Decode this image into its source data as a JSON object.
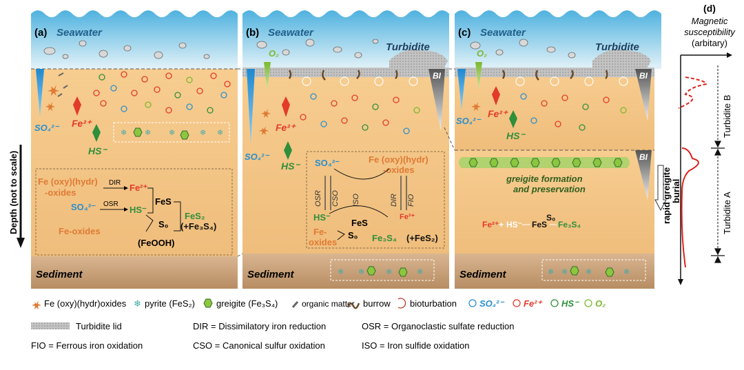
{
  "panels": {
    "a": {
      "label": "(a)",
      "seawater": "Seawater",
      "sediment": "Sediment",
      "fe2": "Fe²⁺",
      "so4": "SO₄²⁻",
      "hs": "HS⁻",
      "box": {
        "fe_oxy": "Fe (oxy)(hydr)",
        "oxides": "-oxides",
        "dir": "DIR",
        "osr": "OSR",
        "fe2": "Fe²⁺",
        "so4": "SO₄²⁻",
        "hs": "HS⁻",
        "fes": "FeS",
        "fes2": "FeS₂",
        "fe3s4": "(+Fe₃S₄)",
        "s0": "S₀",
        "fe_oxides": "Fe-oxides",
        "feooh": "(FeOOH)"
      }
    },
    "b": {
      "label": "(b)",
      "seawater": "Seawater",
      "turbidite": "Turbidite",
      "sediment": "Sediment",
      "o2": "O₂",
      "fe2": "Fe²⁺",
      "so4": "SO₄²⁻",
      "hs": "HS⁻",
      "bi": "BI",
      "box": {
        "so4": "SO₄²⁻",
        "fe_oxy": "Fe (oxy)(hydr)",
        "oxides": "-oxides",
        "osr": "OSR",
        "cso": "CSO",
        "iso": "ISO",
        "dir": "DIR",
        "fio": "FIO",
        "hs": "HS⁻",
        "fes": "FeS",
        "fe2": "Fe²⁺",
        "fe_oxides1": "Fe-",
        "fe_oxides2": "oxides",
        "s0": "S₀",
        "fe3s4": "Fe₃S₄",
        "fes2": "(+FeS₂)"
      }
    },
    "c": {
      "label": "(c)",
      "seawater": "Seawater",
      "turbidite": "Turbidite",
      "sediment": "Sediment",
      "o2": "O₂",
      "fe2": "Fe²⁺",
      "so4": "SO₄²⁻",
      "hs": "HS⁻",
      "bi": "BI",
      "bi2": "BI",
      "greigite_text1": "greigite formation",
      "greigite_text2": "and preservation",
      "rapid": "rapid greigite",
      "burial": "burial",
      "eq": {
        "fe2": "Fe²⁺",
        "plus": "+",
        "hs": "HS⁻",
        "fes": "FeS",
        "s0": "S₀",
        "fe3s4": "Fe₃S₄"
      }
    },
    "d": {
      "label": "(d)",
      "title1": "Magnetic",
      "title2": "susceptibility",
      "title3": "(arbitary)",
      "turb_b": "Turbidite B",
      "turb_a": "Turbidite A"
    }
  },
  "depth_axis": "Depth (not to scale)",
  "legend": {
    "row1": [
      {
        "icon": "fe-oxide-icon",
        "text": "Fe (oxy)(hydr)oxides"
      },
      {
        "icon": "pyrite-icon",
        "text": "pyrite (FeS₂)"
      },
      {
        "icon": "greigite-icon",
        "text": "greigite (Fe₃S₄)"
      },
      {
        "icon": "organic-matter-icon",
        "text": "organic matter"
      },
      {
        "icon": "burrow-icon",
        "text": "burrow"
      },
      {
        "icon": "bioturbation-icon",
        "text": "bioturbation"
      },
      {
        "icon": "so4-circle-icon",
        "text": "SO₄²⁻"
      },
      {
        "icon": "fe2-circle-icon",
        "text": "Fe²⁺"
      },
      {
        "icon": "hs-circle-icon",
        "text": "HS⁻"
      },
      {
        "icon": "o2-circle-icon",
        "text": "O₂"
      }
    ],
    "row2": [
      "Turbidite lid",
      "DIR = Dissimilatory iron reduction",
      "OSR = Organoclastic sulfate reduction"
    ],
    "row3": [
      "FIO = Ferrous iron oxidation",
      "CSO = Canonical sulfur oxidation",
      "ISO = Iron sulfide oxidation"
    ]
  },
  "colors": {
    "seawater_top": "#5bb8e0",
    "seawater_bottom": "#d8eef7",
    "sediment_top": "#f6c98a",
    "sediment_bottom": "#d9a46b",
    "so4": "#2a8fd0",
    "fe2": "#e23b2a",
    "hs": "#2f8f3a",
    "o2": "#7cb82f",
    "fe_oxide": "#e07a35",
    "greigite": "#8cc63f",
    "magsus": "#e0201a"
  }
}
